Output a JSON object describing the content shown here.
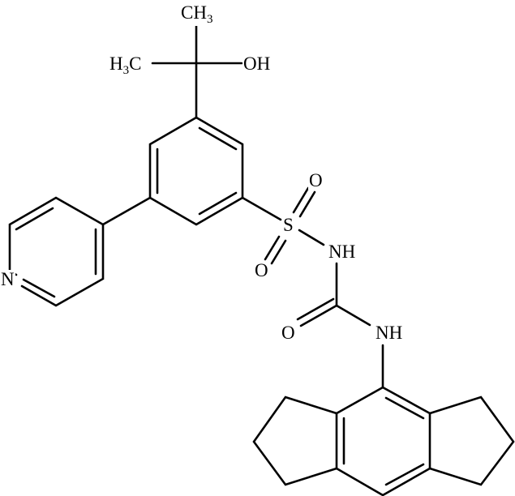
{
  "diagram": {
    "type": "chemical-structure",
    "atoms": {
      "ch3_top": {
        "text": "CH",
        "sub": "3"
      },
      "h3c_left": {
        "pre": "H",
        "sub": "3",
        "text": "C"
      },
      "oh": {
        "text": "OH"
      },
      "pyridine_n": {
        "text": "N"
      },
      "sulfur": {
        "text": "S"
      },
      "sulfonyl_o_top": {
        "text": "O"
      },
      "sulfonyl_o_bottom": {
        "text": "O"
      },
      "nh_sulfonamide": {
        "text": "NH"
      },
      "carbonyl_o": {
        "text": "O"
      },
      "nh_urea": {
        "text": "NH"
      }
    },
    "line_color": "#000000",
    "background": "#ffffff"
  }
}
